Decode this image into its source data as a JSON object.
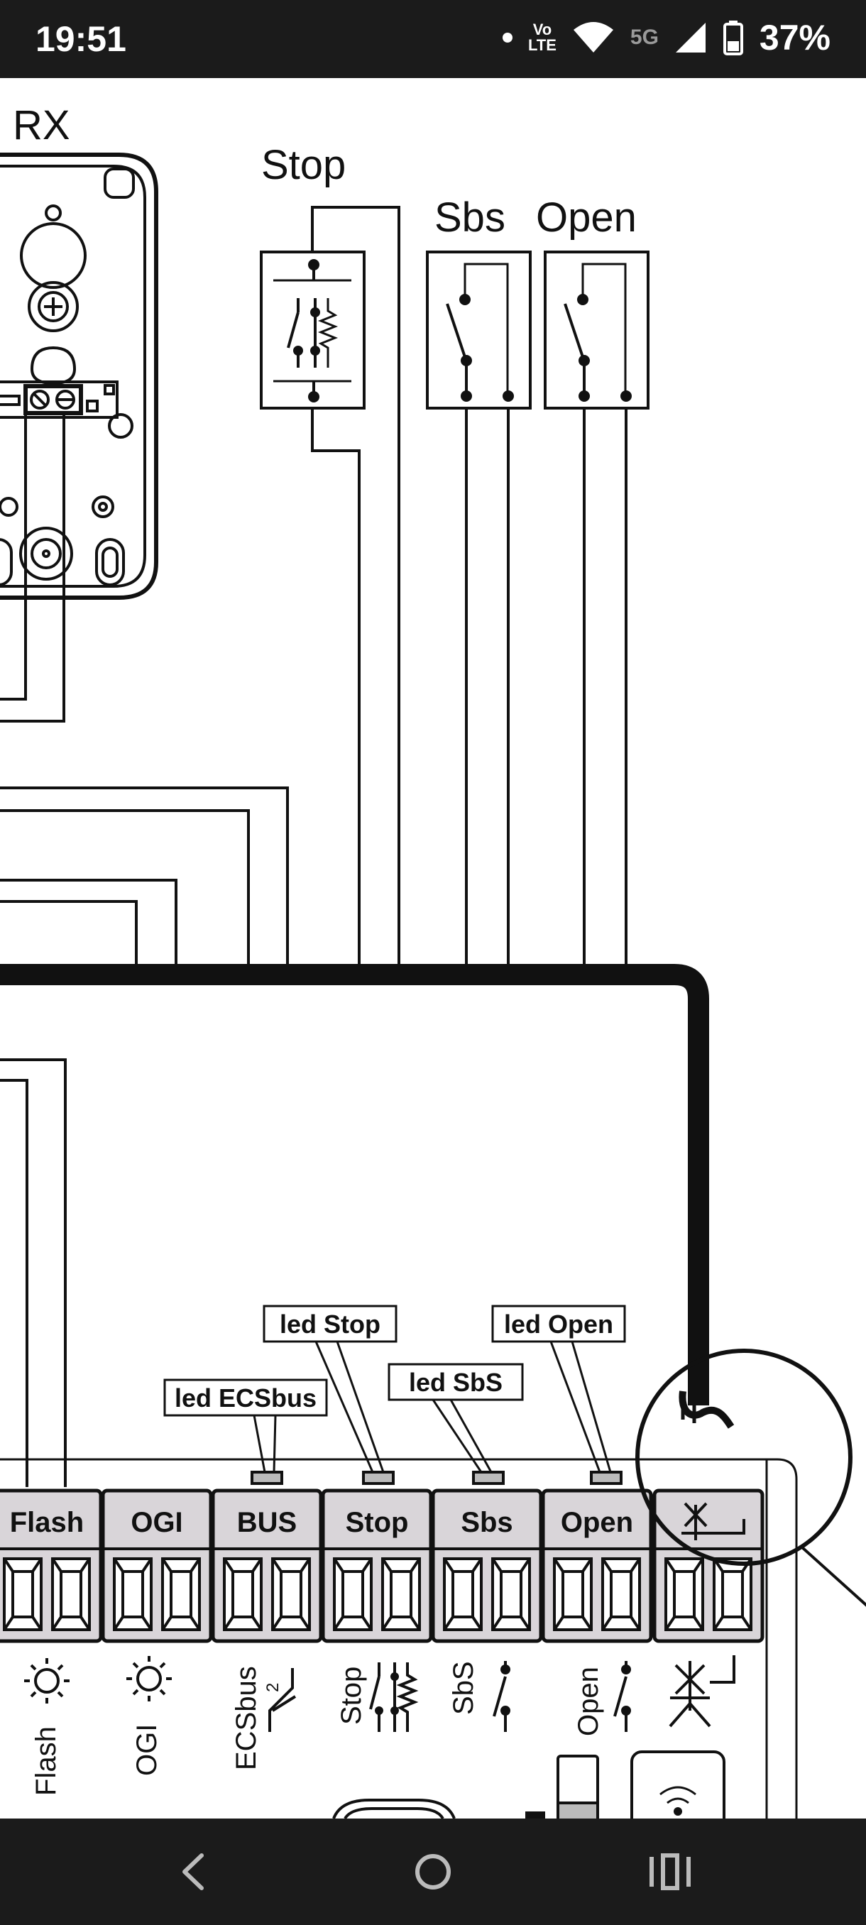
{
  "status_bar": {
    "time": "19:51",
    "volte_top": "Vo",
    "volte_bottom": "LTE",
    "network": "5G",
    "battery": "37%",
    "icons": [
      "notification-dot-icon",
      "volte-icon",
      "wifi-icon",
      "signal-icon",
      "battery-icon"
    ]
  },
  "diagram": {
    "labels": {
      "rx": "RX",
      "stop_top": "Stop",
      "sbs_top": "Sbs",
      "open_top": "Open"
    },
    "led_labels": {
      "stop": "led Stop",
      "open": "led Open",
      "sbs": "led SbS",
      "ecsbus": "led ECSbus"
    },
    "terminals": [
      "Flash",
      "OGI",
      "BUS",
      "Stop",
      "Sbs",
      "Open"
    ],
    "bottom_labels": {
      "flash": "Flash",
      "ogi": "OGI",
      "ecsbus": "ECSbus",
      "ecsbus_sub": "2",
      "stop": "Stop",
      "sbs": "SbS",
      "open": "Open"
    }
  },
  "nav_bar": {
    "icons": [
      "back-icon",
      "home-icon",
      "recents-icon"
    ]
  }
}
